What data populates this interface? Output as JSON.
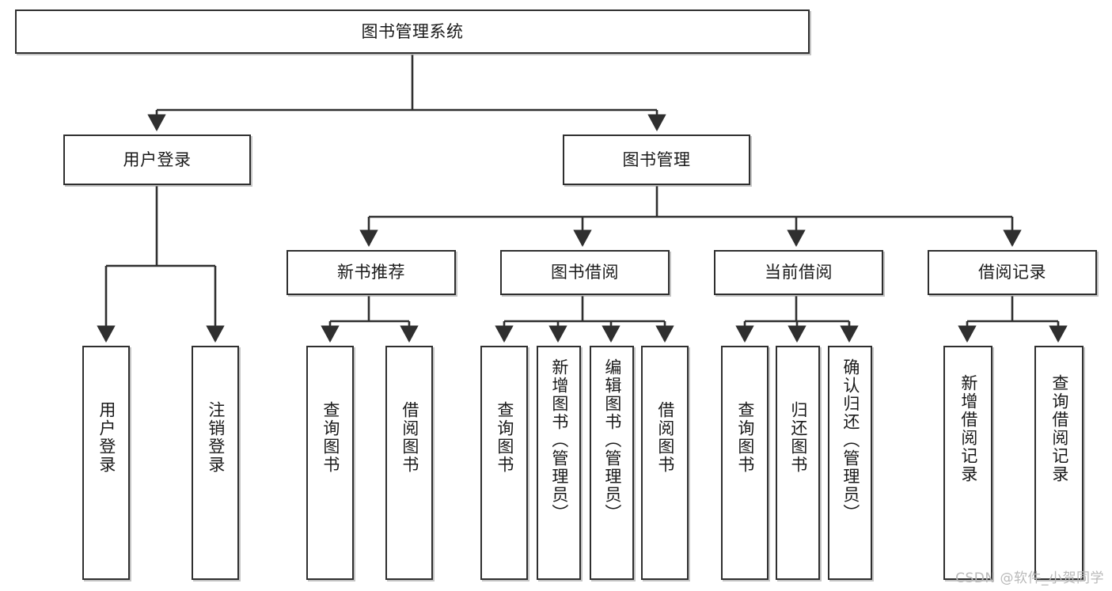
{
  "diagram": {
    "title": "图书管理系统",
    "watermark": "CSDN @软件_小贺同学",
    "colors": {
      "stroke": "#2f2f2f",
      "fill": "#ffffff",
      "text": "#1a1a1a",
      "watermark": "#b9b9b9",
      "shadow": "#969696"
    },
    "root": {
      "label": "图书管理系统"
    },
    "level2": [
      {
        "label": "用户登录"
      },
      {
        "label": "图书管理"
      }
    ],
    "level3": [
      {
        "label": "新书推荐"
      },
      {
        "label": "图书借阅"
      },
      {
        "label": "当前借阅"
      },
      {
        "label": "借阅记录"
      }
    ],
    "leaves": {
      "user_login": [
        {
          "label": "用户登录"
        },
        {
          "label": "注销登录"
        }
      ],
      "new_book": [
        {
          "label": "查询图书"
        },
        {
          "label": "借阅图书"
        }
      ],
      "book_borrow": [
        {
          "label": "查询图书"
        },
        {
          "label": "新增图书（管理员）"
        },
        {
          "label": "编辑图书（管理员）"
        },
        {
          "label": "借阅图书"
        }
      ],
      "current_borrow": [
        {
          "label": "查询图书"
        },
        {
          "label": "归还图书"
        },
        {
          "label": "确认归还（管理员）"
        }
      ],
      "borrow_record": [
        {
          "label": "新增借阅记录"
        },
        {
          "label": "查询借阅记录"
        }
      ]
    }
  }
}
